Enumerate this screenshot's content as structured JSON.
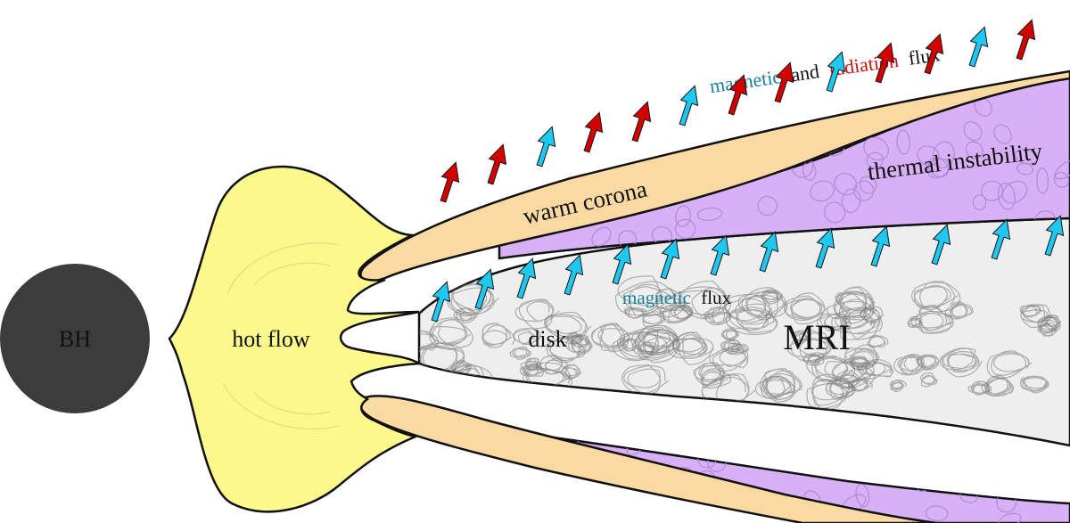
{
  "labels": {
    "bh": "BH",
    "hot_flow": "hot flow",
    "warm_corona": "warm corona",
    "thermal_instability": "thermal instability",
    "disk": "disk",
    "mri": "MRI"
  },
  "top_flux_label": {
    "magnetic": "magnetic",
    "and": "and",
    "radiation": "radiation",
    "flux": "flux"
  },
  "inner_flux_label": {
    "magnetic": "magnetic",
    "flux": "flux"
  },
  "colors": {
    "bh": "#3c3c3c",
    "hot_flow": "#fbf88c",
    "warm_corona": "#fbd9a3",
    "thermal_instability": "#d7b0f6",
    "disk": "#eeeeee",
    "magnetic_arrow": "#1ec8f0",
    "radiation_arrow": "#d40000",
    "magnetic_text": "#1a7f99",
    "radiation_text": "#c81010"
  },
  "arrow_sequences": {
    "outer": [
      "radiation",
      "radiation",
      "magnetic",
      "radiation",
      "radiation",
      "magnetic",
      "radiation",
      "radiation",
      "magnetic",
      "radiation",
      "radiation",
      "magnetic",
      "radiation"
    ],
    "inner": [
      "magnetic",
      "magnetic",
      "magnetic",
      "magnetic",
      "magnetic",
      "magnetic",
      "magnetic",
      "magnetic",
      "magnetic",
      "magnetic",
      "magnetic",
      "magnetic",
      "magnetic"
    ]
  }
}
